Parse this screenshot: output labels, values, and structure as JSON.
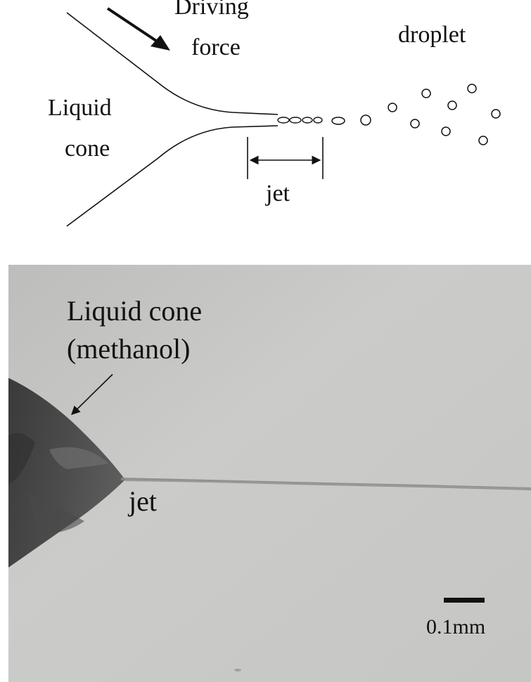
{
  "schematic": {
    "driving_force_line1": "Driving",
    "driving_force_line2": "force",
    "droplet_label": "droplet",
    "liquid_cone_line1": "Liquid",
    "liquid_cone_line2": "cone",
    "jet_label": "jet"
  },
  "photo": {
    "cone_label_line1": "Liquid cone",
    "cone_label_line2": "(methanol)",
    "jet_label": "jet",
    "scale_bar_label": "0.1mm"
  },
  "colors": {
    "line": "#111111",
    "photo_background": "#c9c9c7",
    "cone_dark": "#3f3f3f",
    "cone_mid": "#5a5a5a"
  }
}
